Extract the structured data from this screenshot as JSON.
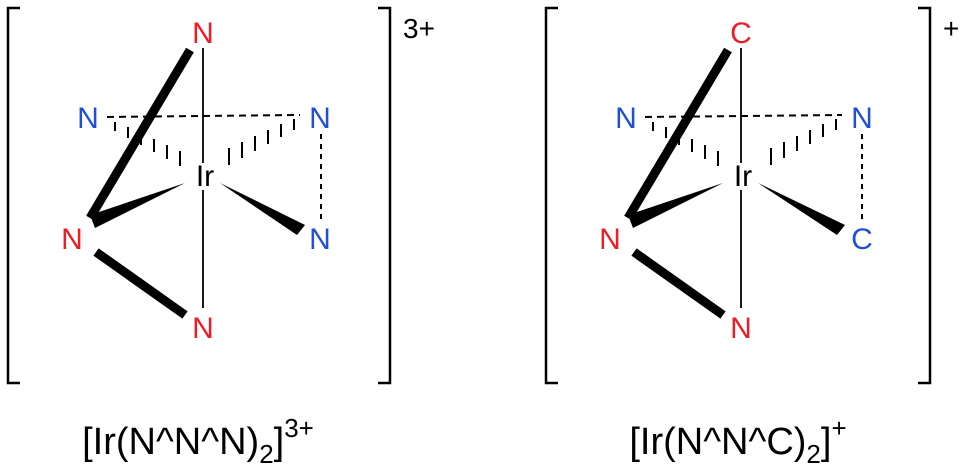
{
  "colors": {
    "red": "#ee1c25",
    "blue": "#1f4fd8",
    "black": "#000000"
  },
  "complexes": [
    {
      "charge": "3+",
      "caption": {
        "prefix": "[Ir(N^N^N)",
        "sub": "2",
        "mid": "]",
        "sup": "3+"
      },
      "atoms": {
        "top": "N",
        "left_back": "N",
        "right_back": "N",
        "center": "Ir",
        "left_front": "N",
        "right_front": "N",
        "bottom": "N"
      }
    },
    {
      "charge": "+",
      "caption": {
        "prefix": "[Ir(N^N^C)",
        "sub": "2",
        "mid": "]",
        "sup": "+"
      },
      "atoms": {
        "top": "C",
        "left_back": "N",
        "right_back": "N",
        "center": "Ir",
        "left_front": "N",
        "right_front": "C",
        "bottom": "N"
      }
    }
  ]
}
